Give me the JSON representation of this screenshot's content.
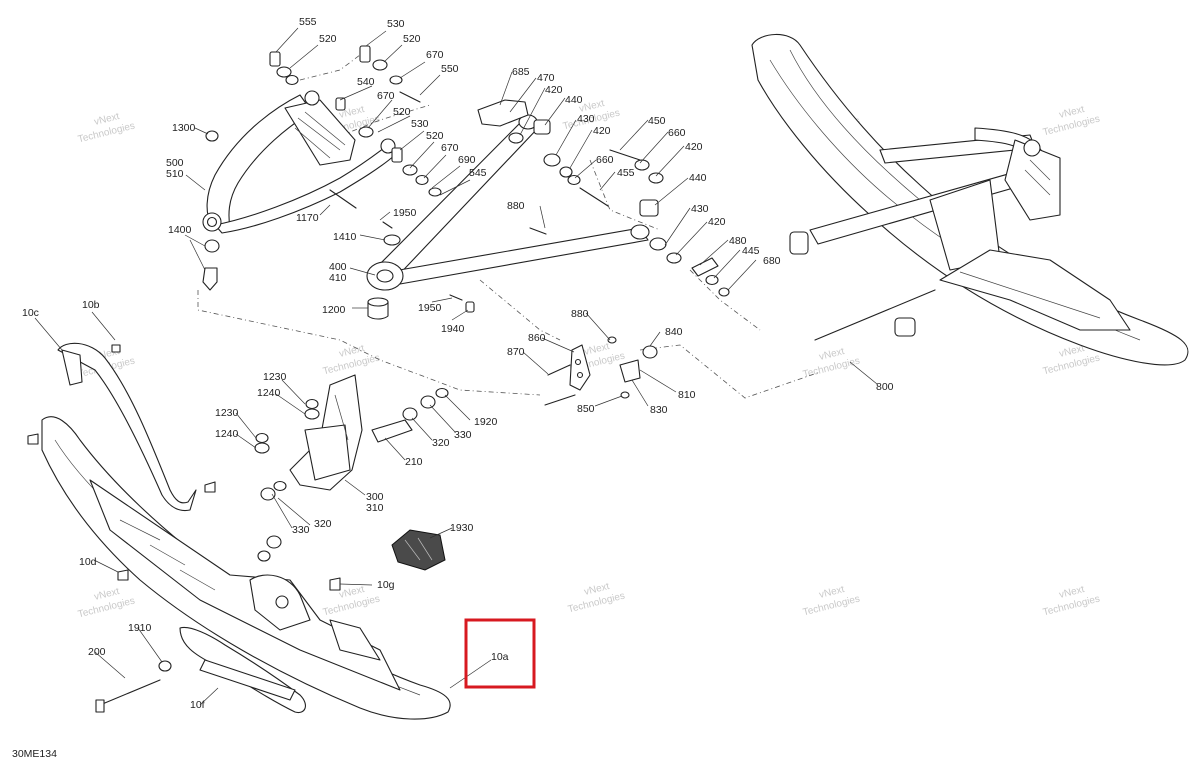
{
  "diagram": {
    "id": "30ME134",
    "highlight": {
      "color": "#d71920",
      "label": "10a"
    },
    "watermark_line1": "vNext",
    "watermark_line2": "Technologies",
    "labels": {
      "l555": "555",
      "l530a": "530",
      "l520a": "520",
      "l520b": "520",
      "l670a": "670",
      "l550": "550",
      "l540": "540",
      "l670b": "670",
      "l520c": "520",
      "l530b": "530",
      "l520d": "520",
      "l670c": "670",
      "l690": "690",
      "l545": "545",
      "l1300": "1300",
      "l500": "500",
      "l510": "510",
      "l1170": "1170",
      "l1950a": "1950",
      "l1410": "1410",
      "l1400": "1400",
      "l400": "400",
      "l410": "410",
      "l685": "685",
      "l470": "470",
      "l420a": "420",
      "l440a": "440",
      "l430a": "430",
      "l420b": "420",
      "l450": "450",
      "l660a": "660",
      "l660b": "660",
      "l420c": "420",
      "l455": "455",
      "l880a": "880",
      "l440b": "440",
      "l430b": "430",
      "l420d": "420",
      "l480": "480",
      "l445": "445",
      "l680": "680",
      "l1200": "1200",
      "l1950b": "1950",
      "l1940": "1940",
      "l10c": "10c",
      "l10b": "10b",
      "l1230a": "1230",
      "l1240a": "1240",
      "l1230b": "1230",
      "l1240b": "1240",
      "l1920": "1920",
      "l330a": "330",
      "l320a": "320",
      "l210": "210",
      "l300": "300",
      "l310": "310",
      "l330b": "330",
      "l320b": "320",
      "l1930": "1930",
      "l880b": "880",
      "l840": "840",
      "l860": "860",
      "l870": "870",
      "l810": "810",
      "l850": "850",
      "l830": "830",
      "l800": "800",
      "l10d": "10d",
      "l10g": "10g",
      "l1910": "1910",
      "l200": "200",
      "l10f": "10f"
    }
  }
}
